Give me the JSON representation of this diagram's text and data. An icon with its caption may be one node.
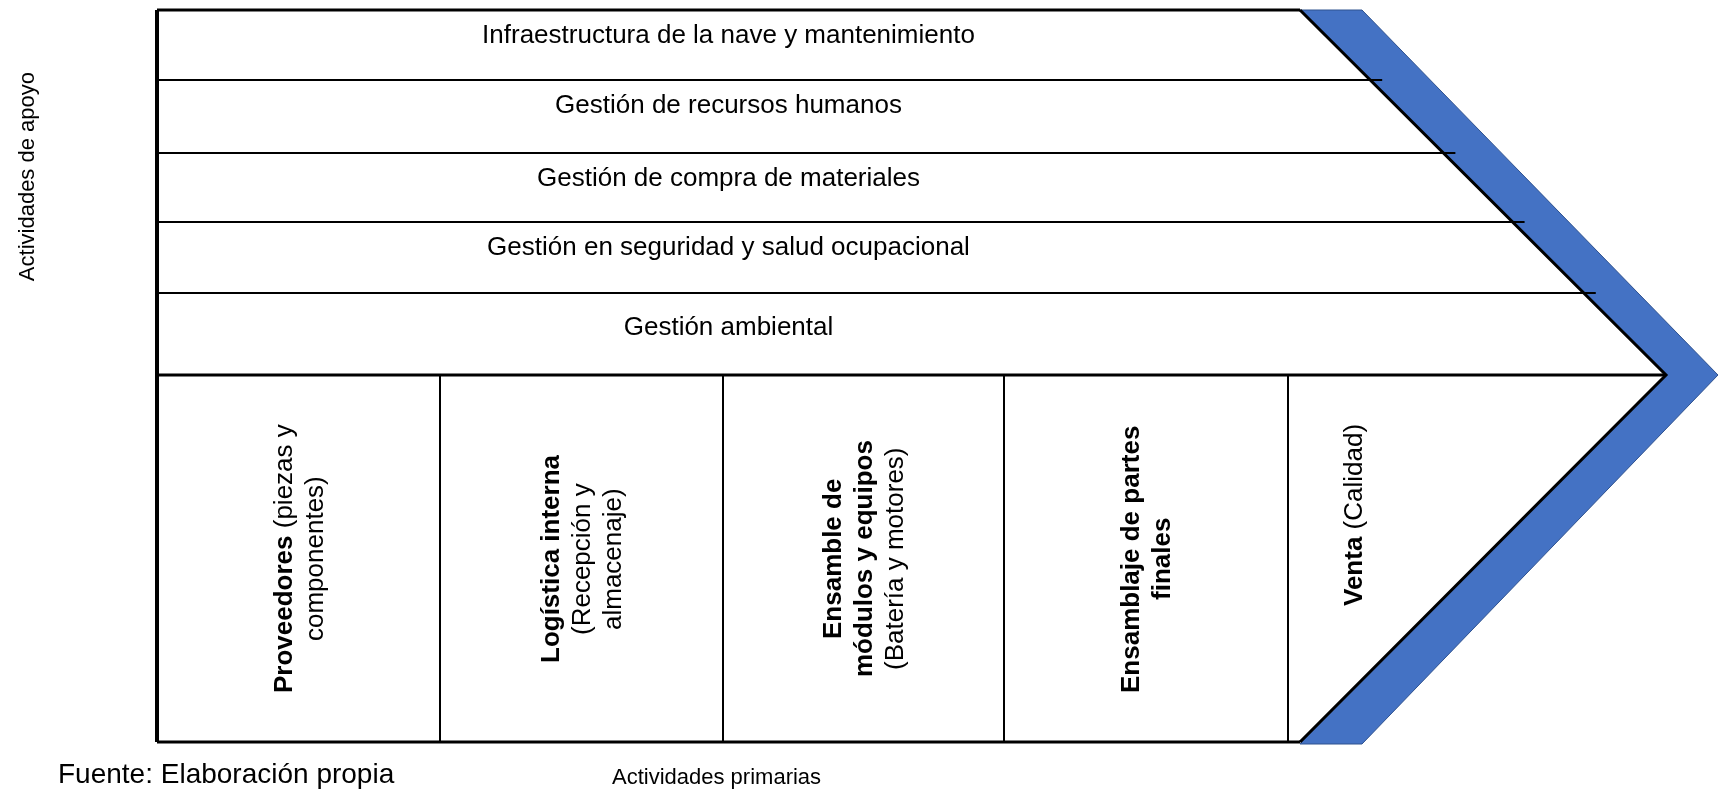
{
  "diagram": {
    "nodes": [
      {
        "text": [
          "Infraestructura de la nave y mantenimiento"
        ]
      },
      {
        "text": [
          "Gestión de recursos humanos"
        ]
      },
      {
        "text": [
          "Gestión de compra de materiales"
        ]
      },
      {
        "text": [
          "Gestión en seguridad y salud ocupacional"
        ]
      },
      {
        "text": [
          "Gestión ambiental"
        ]
      },
      {
        "text": [
          "**Proveedores** (piezas y componentes)"
        ]
      },
      {
        "text": [
          "**Logística interna** (Recepción y almacenaje)"
        ]
      },
      {
        "text": [
          "**Ensamble de módulos y equipos** (Batería y motores)"
        ]
      },
      {
        "text": [
          "Ensamblaje de partes finales"
        ]
      },
      {
        "text": [
          "**Venta** (Calidad)"
        ]
      }
    ],
    "labels": [
      "Actividades de apoyo",
      "Actividades primarias",
      "Fuente: Elaboración propia"
    ]
  }
}
